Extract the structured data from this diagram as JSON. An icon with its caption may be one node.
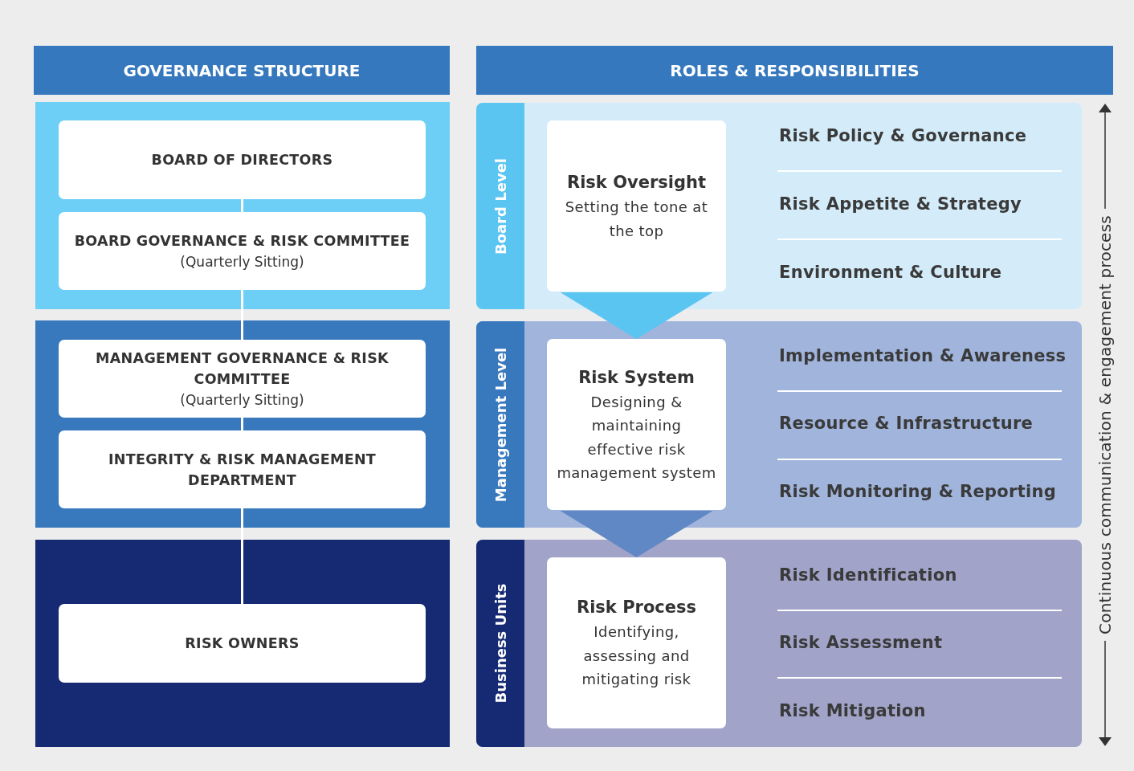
{
  "diagram": {
    "nodes": [
      {
        "text": [
          "GOVERNANCE STRUCTURE"
        ]
      },
      {
        "text": [
          "ROLES & RESPONSIBILITIES"
        ]
      },
      {
        "text": [],
        "shape": "box"
      },
      {
        "text": [
          "BOARD OF DIRECTORS"
        ],
        "in": 2
      },
      {
        "text": [
          "BOARD GOVERNANCE & RISK COMMITTEE",
          "(Quarterly Sitting)"
        ],
        "in": 2
      },
      {
        "text": [],
        "shape": "box"
      },
      {
        "text": [
          "MANAGEMENT GOVERNANCE & RISK COMMITTEE",
          "(Quarterly Sitting)"
        ],
        "in": 5
      },
      {
        "text": [
          "INTEGRITY & RISK MANAGEMENT DEPARTMENT"
        ],
        "in": 5
      },
      {
        "text": [],
        "shape": "box"
      },
      {
        "text": [
          "RISK OWNERS"
        ],
        "in": 8
      },
      {
        "text": [
          "Board Level"
        ]
      },
      {
        "text": [
          "Risk Oversight",
          "Setting the tone at the top"
        ],
        "in": 10
      },
      {
        "text": [
          "Management Level"
        ]
      },
      {
        "text": [
          "Risk System",
          "Designing & maintaining effective risk management system"
        ],
        "in": 12
      },
      {
        "text": [
          "Business Units"
        ]
      },
      {
        "text": [
          "Risk Process",
          "Identifying, assessing and mitigating risk"
        ],
        "in": 14
      }
    ],
    "edges": [
      {
        "from": 3,
        "to": 4,
        "arrow": "none"
      },
      {
        "from": 4,
        "to": 6,
        "arrow": "none"
      },
      {
        "from": 6,
        "to": 7,
        "arrow": "none"
      },
      {
        "from": 7,
        "to": 9,
        "arrow": "none"
      },
      {
        "from": 11,
        "to": 13,
        "arrow": "to",
        "color": "#5bc5f2"
      },
      {
        "from": 13,
        "to": 15,
        "arrow": "to",
        "color": "#5f88c5"
      }
    ],
    "labels": [
      "Risk Policy & Governance",
      "Risk Appetite & Strategy",
      "Environment & Culture",
      "Implementation & Awareness",
      "Resource & Infrastructure",
      "Risk Monitoring & Reporting",
      "Risk Identification",
      "Risk Assessment",
      "Risk Mitigation",
      "Continuous communication & engagement process"
    ]
  }
}
